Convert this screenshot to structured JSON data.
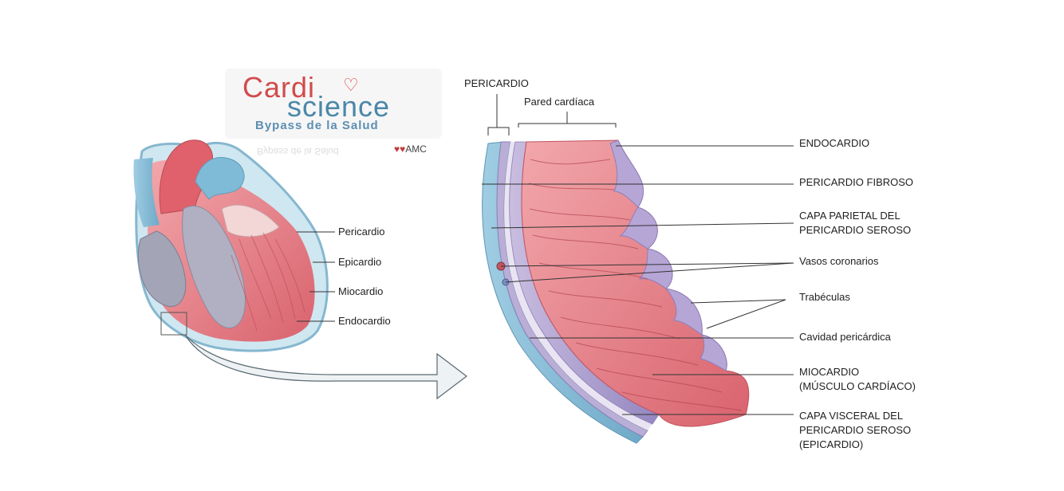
{
  "logo": {
    "word1": "Cardi",
    "heart": "♡",
    "word2": "science",
    "tagline": "Bypass de la Salud",
    "watermark": "Bypass de la Salud",
    "mark": "♥♥",
    "brand": "AMC"
  },
  "left_labels": {
    "pericardio": "Pericardio",
    "epicardio": "Epicardio",
    "miocardio": "Miocardio",
    "endocardio": "Endocardio"
  },
  "top_labels": {
    "pericardio": "PERICARDIO",
    "pared": "Pared cardíaca"
  },
  "right_labels": {
    "endocardio": "ENDOCARDIO",
    "pericardio_fibroso": "PERICARDIO FIBROSO",
    "capa_parietal_1": "CAPA PARIETAL DEL",
    "capa_parietal_2": "PERICARDIO SEROSO",
    "vasos": "Vasos coronarios",
    "trabeculas": "Trabéculas",
    "cavidad": "Cavidad pericárdica",
    "miocardio_1": "MIOCARDIO",
    "miocardio_2": "(MÚSCULO CARDÍACO)",
    "capa_visceral_1": "CAPA VISCERAL DEL",
    "capa_visceral_2": "PERICARDIO SEROSO",
    "capa_visceral_3": "(EPICARDIO)"
  },
  "colors": {
    "muscle": "#e8868c",
    "muscle_dark": "#c85d66",
    "blue": "#8fc4dc",
    "purple": "#a79ac8",
    "leader": "#333333"
  }
}
